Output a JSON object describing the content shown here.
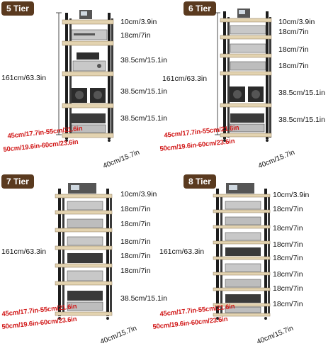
{
  "panels": [
    {
      "tier": "5 Tier",
      "height": "161cm/63.3in",
      "spacings": [
        "10cm/3.9in",
        "18cm/7in",
        "38.5cm/15.1in",
        "38.5cm/15.1in",
        "38.5cm/15.1in"
      ],
      "width": "45cm/17.7in-55cm/21.6in",
      "length": "50cm/19.6in-60cm/23.6in",
      "depth": "40cm/15.7in"
    },
    {
      "tier": "6 Tier",
      "height": "161cm/63.3in",
      "spacings": [
        "10cm/3.9in",
        "18cm/7in",
        "18cm/7in",
        "18cm/7in",
        "38.5cm/15.1in",
        "38.5cm/15.1in"
      ],
      "width": "45cm/17.7in-55cm/21.6in",
      "length": "50cm/19.6in-60cm/23.6in",
      "depth": "40cm/15.7in"
    },
    {
      "tier": "7 Tier",
      "height": "161cm/63.3in",
      "spacings": [
        "10cm/3.9in",
        "18cm/7in",
        "18cm/7in",
        "18cm/7in",
        "18cm/7in",
        "18cm/7in",
        "38.5cm/15.1in"
      ],
      "width": "45cm/17.7in-55cm/21.6in",
      "length": "50cm/19.6in-60cm/23.6in",
      "depth": "40cm/15.7in"
    },
    {
      "tier": "8 Tier",
      "height": "161cm/63.3in",
      "spacings": [
        "10cm/3.9in",
        "18cm/7in",
        "18cm/7in",
        "18cm/7in",
        "18cm/7in",
        "18cm/7in",
        "18cm/7in",
        "18cm/7in"
      ],
      "width": "45cm/17.7in-55cm/21.6in",
      "length": "50cm/19.6in-60cm/23.6in",
      "depth": "40cm/15.7in"
    }
  ]
}
